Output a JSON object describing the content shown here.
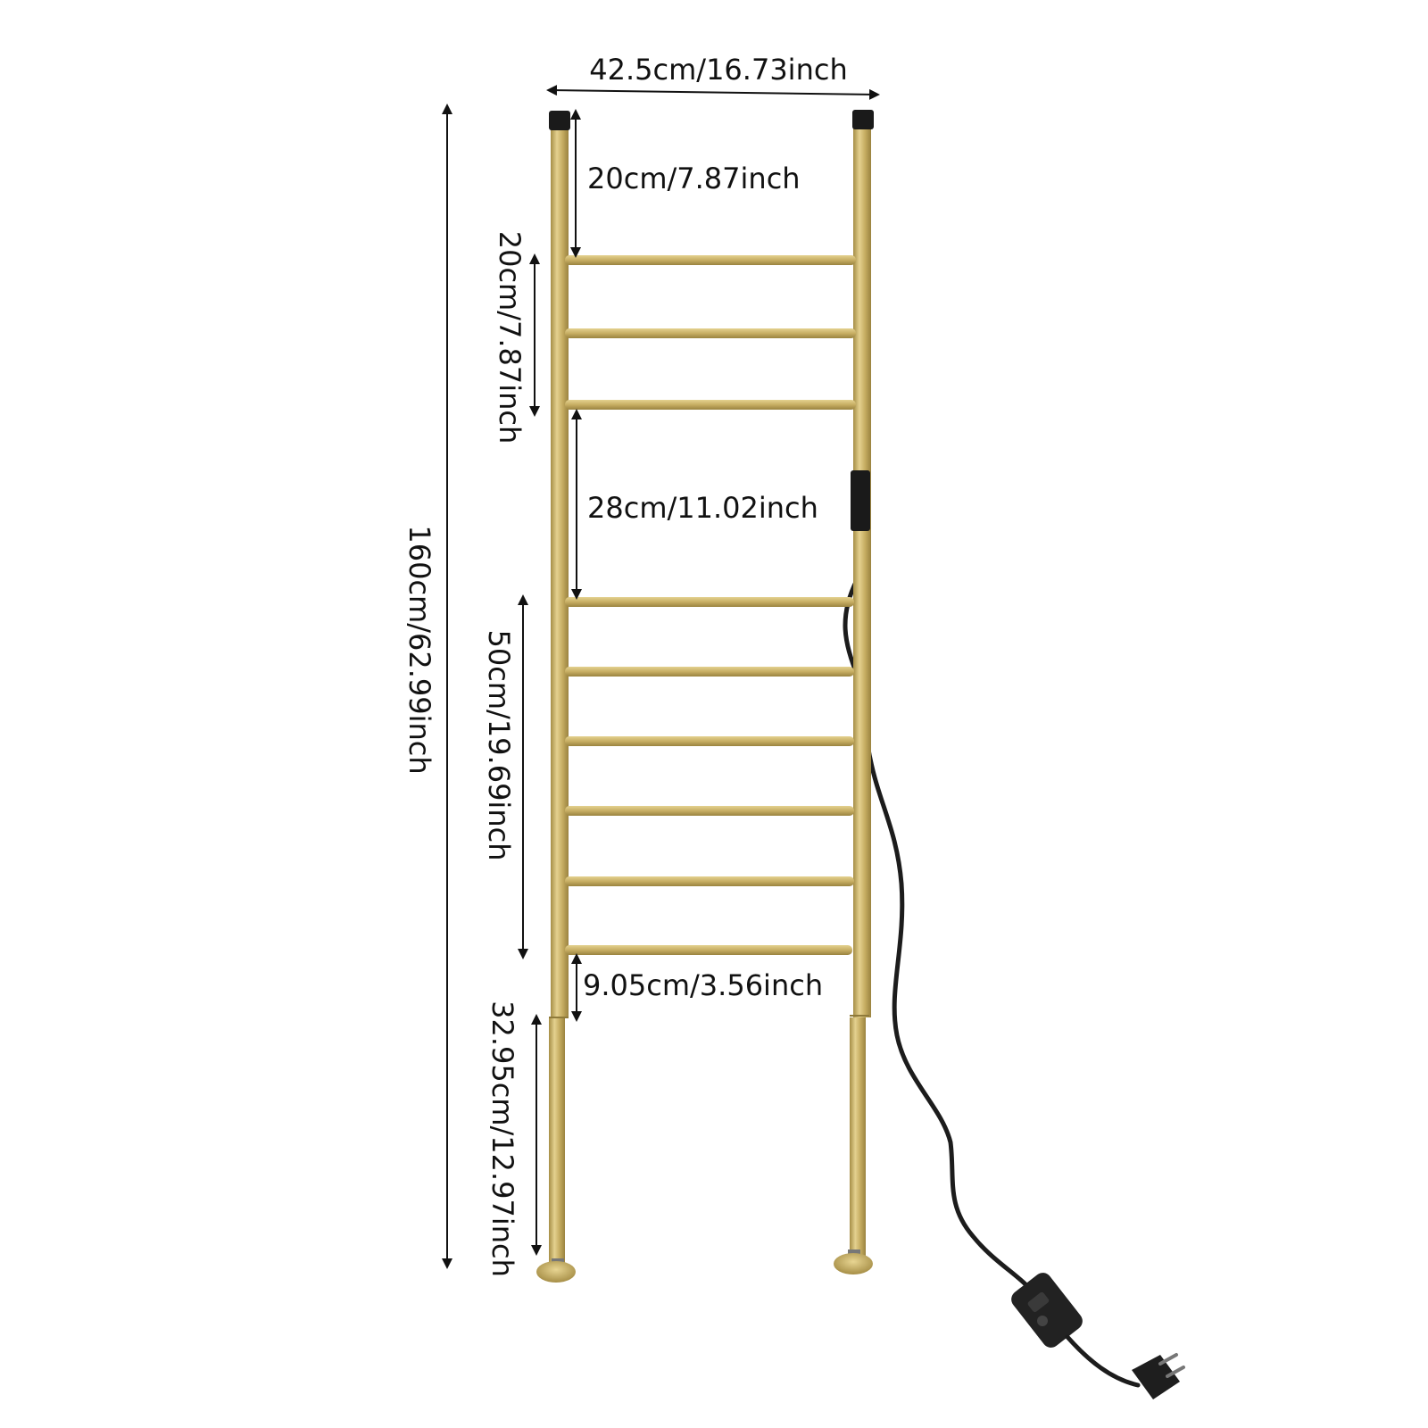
{
  "product": {
    "name": "heated towel ladder rack",
    "rail_count": 9,
    "colors": {
      "frame": "#c7ae63",
      "frame_shadow": "#a68e46",
      "frame_highlight": "#e4d18f",
      "cap": "#1a1a1a",
      "cord": "#1c1c1c",
      "arrow": "#111111",
      "text": "#111111"
    }
  },
  "dimensions": {
    "width": "42.5cm/16.73inch",
    "top_gap": "20cm/7.87inch",
    "upper_rail_span": "20cm/7.87inch",
    "middle_gap": "28cm/11.02inch",
    "lower_rail_span": "50cm/19.69inch",
    "bottom_rail_to_joint": "9.05cm/3.56inch",
    "leg_height": "32.95cm/12.97inch",
    "total_height": "160cm/62.99inch"
  }
}
